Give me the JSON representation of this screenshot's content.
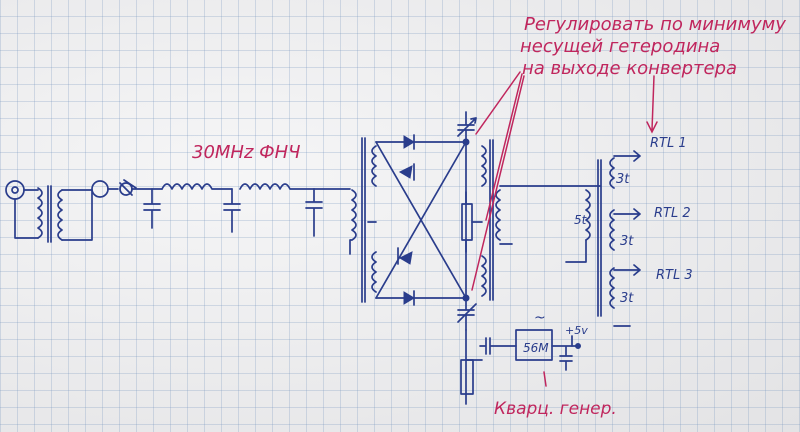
{
  "labels": {
    "filter": "30MHz ФНЧ",
    "rtl1": "RTL 1",
    "rtl2": "RTL 2",
    "rtl3": "RTL 3",
    "turns_3t_a": "3t",
    "turns_3t_b": "3t",
    "turns_3t_c": "3t",
    "turns_5t": "5t",
    "osc": "56M",
    "supply": "+5v",
    "tilde": "~",
    "crystal_osc": "Кварц. генер."
  },
  "note": {
    "line1": "Регулировать по минимуму",
    "line2": "несущей гетеродина",
    "line3": "на выходе конвертера"
  },
  "colors": {
    "ink": "#2a3d8c",
    "red_ink": "#c0265d",
    "paper": "#ececee"
  }
}
